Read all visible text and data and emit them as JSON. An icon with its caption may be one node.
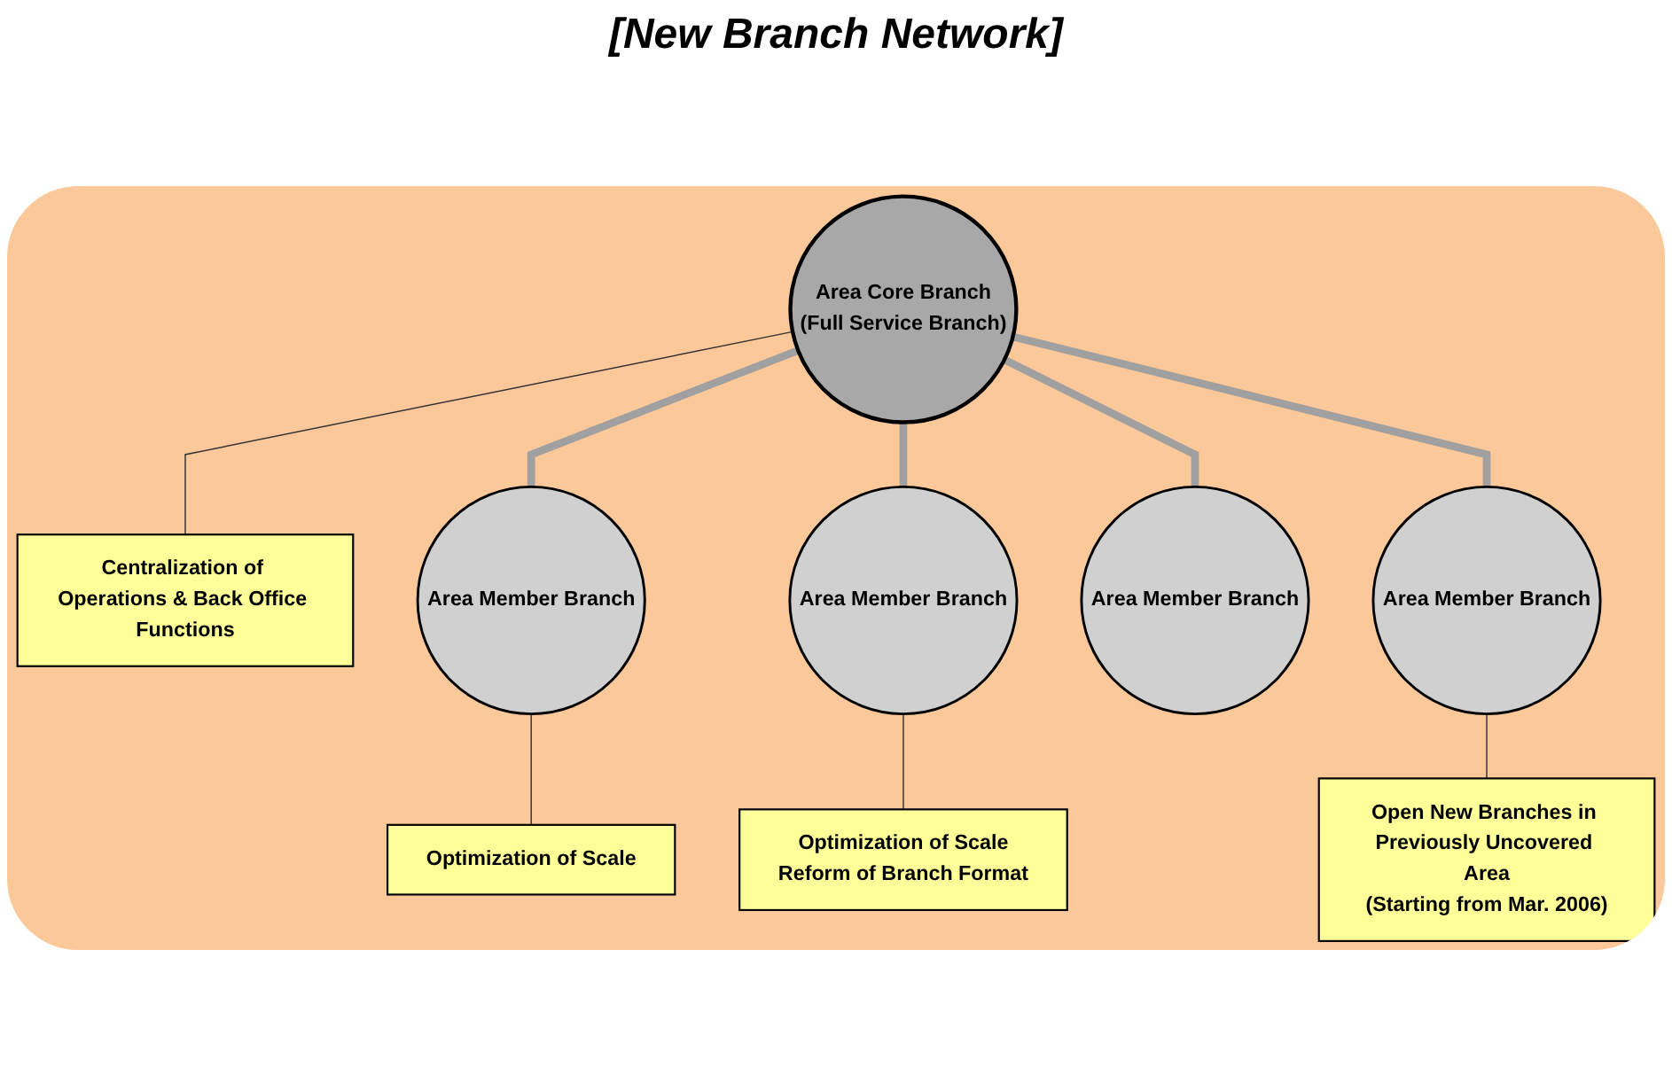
{
  "diagram": {
    "title": "[New Branch Network]",
    "nodes": [
      {
        "text": [
          "Centralization of Operations & Back Office Functions"
        ]
      },
      {
        "text": [
          "Area Core Branch",
          "(Full Service Branch)"
        ]
      },
      {
        "text": [
          "Optimization of Scale",
          "Reform of Branch Format"
        ]
      },
      {
        "text": [
          "Area Member Branch"
        ]
      },
      {
        "text": [
          "Optimization of Scale"
        ]
      },
      {
        "text": [
          "Area Member Branch"
        ]
      },
      {
        "text": [
          "Area Member Branch"
        ]
      },
      {
        "text": [
          "Area Member Branch"
        ]
      },
      {
        "text": [
          "Open New Branches in Previously Uncovered Area",
          "(Starting from Mar. 2006)"
        ]
      }
    ],
    "edges": [
      {
        "from": 0,
        "to": 1,
        "arrow": "none"
      },
      {
        "from": 2,
        "to": 5,
        "arrow": "none"
      },
      {
        "from": 1,
        "to": 3,
        "arrow": "none",
        "style": "thick",
        "color": "#a0a0a0"
      },
      {
        "from": 1,
        "to": 5,
        "arrow": "none",
        "style": "thick",
        "color": "#a0a0a0"
      },
      {
        "from": 4,
        "to": 3,
        "arrow": "none"
      },
      {
        "from": 1,
        "to": 6,
        "arrow": "none",
        "style": "thick",
        "color": "#a0a0a0"
      },
      {
        "from": 1,
        "to": 7,
        "arrow": "none",
        "style": "thick",
        "color": "#a0a0a0"
      },
      {
        "from": 8,
        "to": 7,
        "arrow": "none"
      }
    ]
  }
}
